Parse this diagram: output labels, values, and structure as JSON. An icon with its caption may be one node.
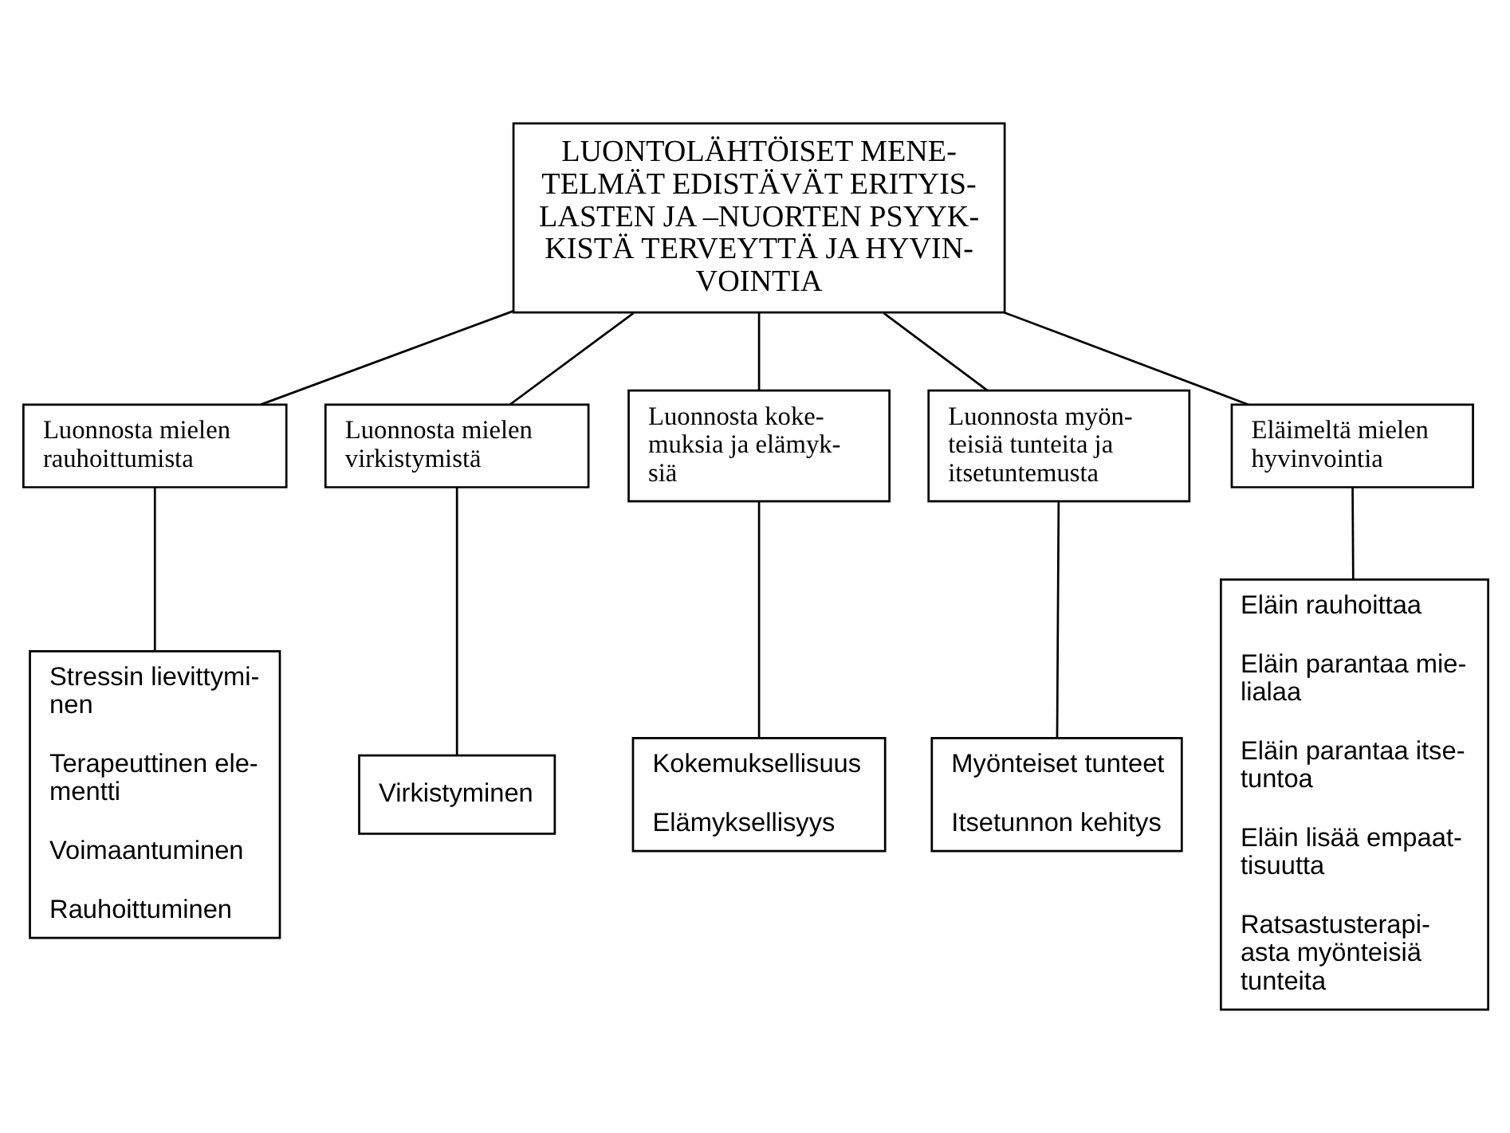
{
  "diagram": {
    "nodes": [
      {
        "text": [
          "LUONTOLÄHTÖISET MENE- TELMÄT EDISTÄVÄT ERITYIS- LASTEN JA –NUORTEN PSYYK- KISTÄ TERVEYTTÄ JA HYVIN- VOINTIA"
        ]
      },
      {
        "text": [
          "Luonnosta mielen rauhoittumista"
        ]
      },
      {
        "text": [
          "Luonnosta mielen virkistymistä"
        ]
      },
      {
        "text": [
          "Luonnosta koke- muksia ja elämyk- siä"
        ]
      },
      {
        "text": [
          "Luonnosta myön- teisiä tunteita ja itsetuntemusta"
        ]
      },
      {
        "text": [
          "Eläimeltä mielen hyvinvointia"
        ]
      },
      {
        "text": [
          "Stressin lievittymi- nen",
          "Terapeuttinen ele- mentti",
          "Voimaantuminen",
          "Rauhoittuminen"
        ]
      },
      {
        "text": [
          "Virkistyminen"
        ]
      },
      {
        "text": [
          "Kokemuksellisuus",
          "Elämyksellisyys"
        ]
      },
      {
        "text": [
          "Myönteiset tunteet",
          "Itsetunnon kehitys"
        ]
      },
      {
        "text": [
          "Eläin rauhoittaa",
          "Eläin parantaa mie- lialaa",
          "Eläin parantaa itse- tuntoa",
          "Eläin lisää empaat- tisuutta",
          "Ratsastusterapi- asta myönteisiä tunteita"
        ]
      }
    ],
    "edges": [
      {
        "from": 0,
        "to": 1,
        "arrow": "none"
      },
      {
        "from": 0,
        "to": 2,
        "arrow": "none"
      },
      {
        "from": 0,
        "to": 3,
        "arrow": "none"
      },
      {
        "from": 0,
        "to": 4,
        "arrow": "none"
      },
      {
        "from": 0,
        "to": 5,
        "arrow": "none"
      },
      {
        "from": 1,
        "to": 6,
        "arrow": "none"
      },
      {
        "from": 2,
        "to": 7,
        "arrow": "none"
      },
      {
        "from": 3,
        "to": 8,
        "arrow": "none"
      },
      {
        "from": 4,
        "to": 9,
        "arrow": "none"
      },
      {
        "from": 5,
        "to": 10,
        "arrow": "none"
      }
    ]
  }
}
